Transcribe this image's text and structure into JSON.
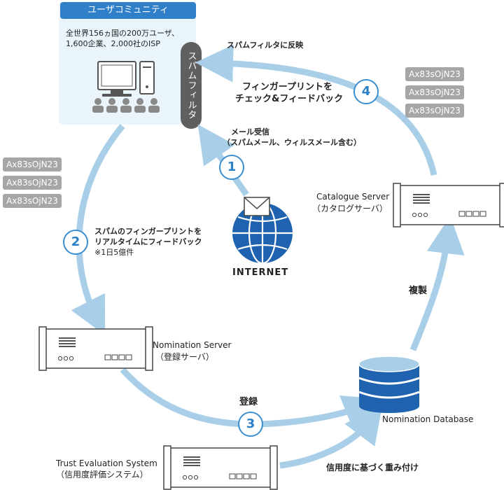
{
  "community": {
    "title": "ユーザコミュニティ",
    "description": "全世界156ヵ国の200万ユーザ、1,600企業、2,000社のISP"
  },
  "spam_filter_label": "スパムフィルタ",
  "tags_top_right": [
    "Ax83sOjN23",
    "Ax83sOjN23",
    "Ax83sOjN23"
  ],
  "tags_left": [
    "Ax83sOjN23",
    "Ax83sOjN23",
    "Ax83sOjN23"
  ],
  "steps": {
    "one": {
      "num": "1",
      "line1": "メール受信",
      "line2": "（スパムメール、ウィルスメール含む）"
    },
    "two": {
      "num": "2",
      "line1": "スパムのフィンガープリントを",
      "line2": "リアルタイムにフィードバック",
      "note": "※1日5億件"
    },
    "three": {
      "num": "3",
      "label": "登録"
    },
    "four": {
      "num": "4",
      "line1": "フィンガープリントを",
      "line2": "チェック&フィードバック",
      "top_label": "スパムフィルタに反映"
    }
  },
  "internet_label": "INTERNET",
  "catalogue_server": {
    "name": "Catalogue Server",
    "sub": "（カタログサーバ）"
  },
  "replicate_label": "複製",
  "nomination_server": {
    "name": "Nomination Server",
    "sub": "（登録サーバ）"
  },
  "nomination_db": "Nomination Database",
  "trust_system": {
    "name": "Trust Evaluation System",
    "sub": "（信用度評価システム）"
  },
  "weighting_label": "信用度に基づく重み付け",
  "colors": {
    "arrow": "#a9cfe8",
    "accent": "#2a7fc7",
    "globe": "#1f63b0",
    "panel": "#eaf4fb",
    "header": "#2f80c9",
    "tag": "#a6a6a6",
    "pill": "#5f5f5f"
  }
}
